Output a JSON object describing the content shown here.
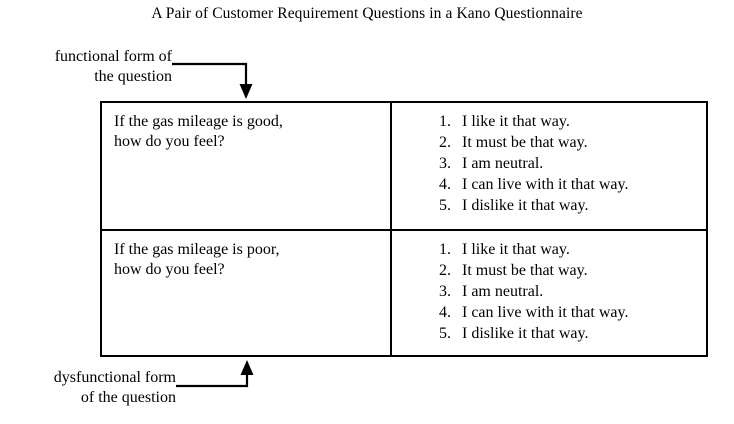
{
  "title": "A Pair of Customer Requirement Questions in a Kano Questionnaire",
  "callouts": {
    "functional": {
      "line1": "functional form of",
      "line2": "the question"
    },
    "dysfunctional": {
      "line1": "dysfunctional form",
      "line2": "of the question"
    }
  },
  "table": {
    "rows": [
      {
        "id": "functional",
        "question": {
          "line1": "If the gas mileage is good,",
          "line2": "how do you feel?"
        },
        "answers": [
          {
            "num": "1.",
            "text": "I like it that way."
          },
          {
            "num": "2.",
            "text": "It must be that way."
          },
          {
            "num": "3.",
            "text": "I am neutral."
          },
          {
            "num": "4.",
            "text": "I can live with it that way."
          },
          {
            "num": "5.",
            "text": "I dislike it that way."
          }
        ]
      },
      {
        "id": "dysfunctional",
        "question": {
          "line1": "If the gas mileage is poor,",
          "line2": "how do you feel?"
        },
        "answers": [
          {
            "num": "1.",
            "text": "I like it that way."
          },
          {
            "num": "2.",
            "text": "It must be that way."
          },
          {
            "num": "3.",
            "text": "I am neutral."
          },
          {
            "num": "4.",
            "text": "I can live with it that way."
          },
          {
            "num": "5.",
            "text": "I dislike it that way."
          }
        ]
      }
    ]
  },
  "colors": {
    "ink": "#000000",
    "background": "#ffffff"
  }
}
